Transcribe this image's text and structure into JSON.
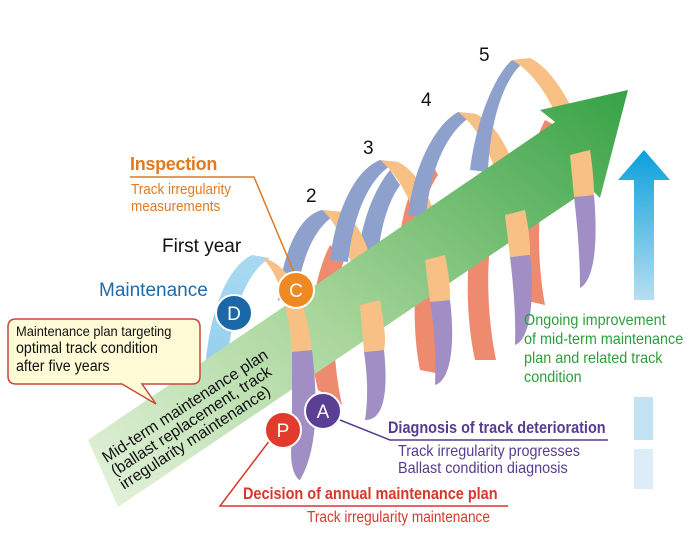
{
  "years": [
    "First year",
    "2",
    "3",
    "4",
    "5"
  ],
  "inspection": {
    "title": "Inspection",
    "subtitle_lines": [
      "Track irregularity",
      "measurements"
    ]
  },
  "maintenance": {
    "label": "Maintenance"
  },
  "callout": {
    "lines": [
      "Maintenance plan targeting",
      "optimal track condition",
      "after five years"
    ]
  },
  "mid_term_arrow": {
    "lines": [
      "Mid-term maintenance plan",
      "(ballast replacement, track",
      "irregularity maintenance)"
    ]
  },
  "cycle": {
    "plan": "P",
    "do": "D",
    "check": "C",
    "act": "A"
  },
  "diagnosis": {
    "title": "Diagnosis of track deterioration",
    "subtitle_lines": [
      "Track irregularity progresses",
      "Ballast condition diagnosis"
    ]
  },
  "decision": {
    "title": "Decision of annual maintenance plan",
    "subtitle": "Track irregularity maintenance"
  },
  "ongoing": {
    "lines": [
      "Ongoing improvement",
      "of mid-term maintenance",
      "plan and related track",
      "condition"
    ]
  },
  "colors": {
    "plan": "#e23b2e",
    "do": "#1b67a8",
    "check": "#ef8a22",
    "act": "#5a3f92",
    "coil_blue": "#8ea0cc",
    "coil_orange": "#f8c084",
    "coil_purple": "#a08ec4",
    "coil_salmon": "#ee8a6e",
    "first_coil": "#9fd3ef",
    "arrow_green": "#3aa548",
    "arrow_blue": "#0ea3da"
  }
}
